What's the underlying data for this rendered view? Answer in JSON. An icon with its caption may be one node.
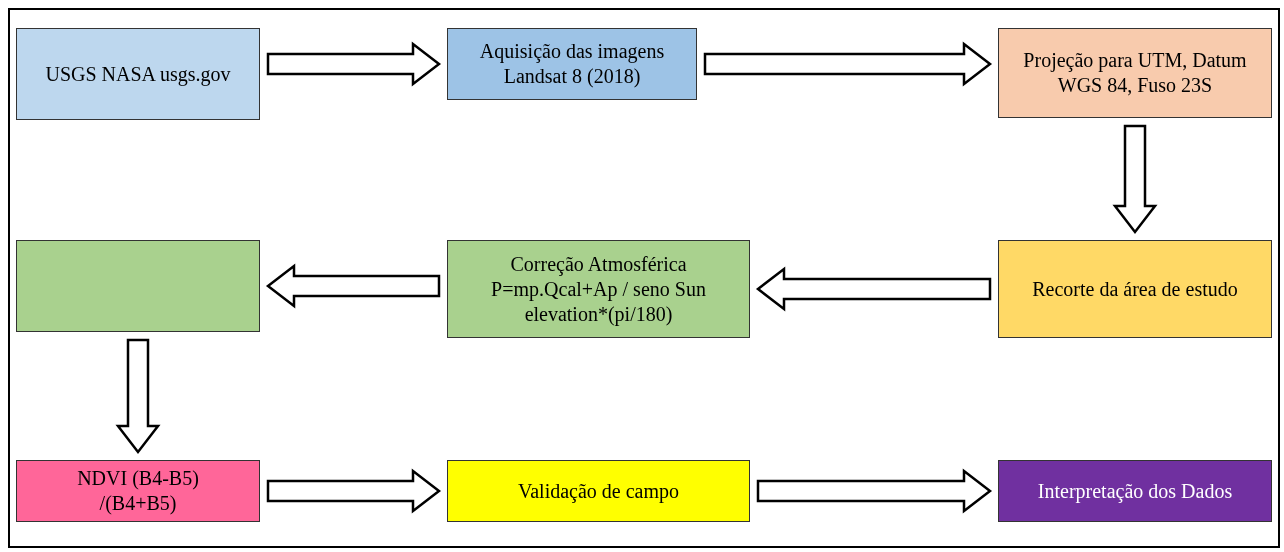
{
  "diagram": {
    "nodes": [
      {
        "text": [
          "USGS NASA usgs.gov"
        ]
      },
      {
        "text": [
          "Aquisição das imagens Landsat 8 (2018)"
        ]
      },
      {
        "text": [
          "Projeção para UTM, Datum WGS 84, Fuso 23S"
        ]
      },
      {
        "text": [
          "Recorte da área de estudo"
        ]
      },
      {
        "text": [
          "Correção Atmosférica P=mp.Qcal+Ap / seno Sun elevation*(pi/180)"
        ]
      },
      {
        "text": [],
        "shape": "box"
      },
      {
        "text": [
          "NDVI (B4-B5) /(B4+B5)"
        ]
      },
      {
        "text": [
          "Validação de campo"
        ]
      },
      {
        "text": [
          "Interpretação dos Dados"
        ]
      }
    ],
    "edges": [
      {
        "from": 0,
        "to": 1,
        "arrow": "to"
      },
      {
        "from": 1,
        "to": 2,
        "arrow": "to"
      },
      {
        "from": 2,
        "to": 3,
        "arrow": "to"
      },
      {
        "from": 3,
        "to": 4,
        "arrow": "to"
      },
      {
        "from": 4,
        "to": 5,
        "arrow": "to"
      },
      {
        "from": 5,
        "to": 6,
        "arrow": "to"
      },
      {
        "from": 6,
        "to": 7,
        "arrow": "to"
      },
      {
        "from": 7,
        "to": 8,
        "arrow": "to"
      }
    ]
  }
}
